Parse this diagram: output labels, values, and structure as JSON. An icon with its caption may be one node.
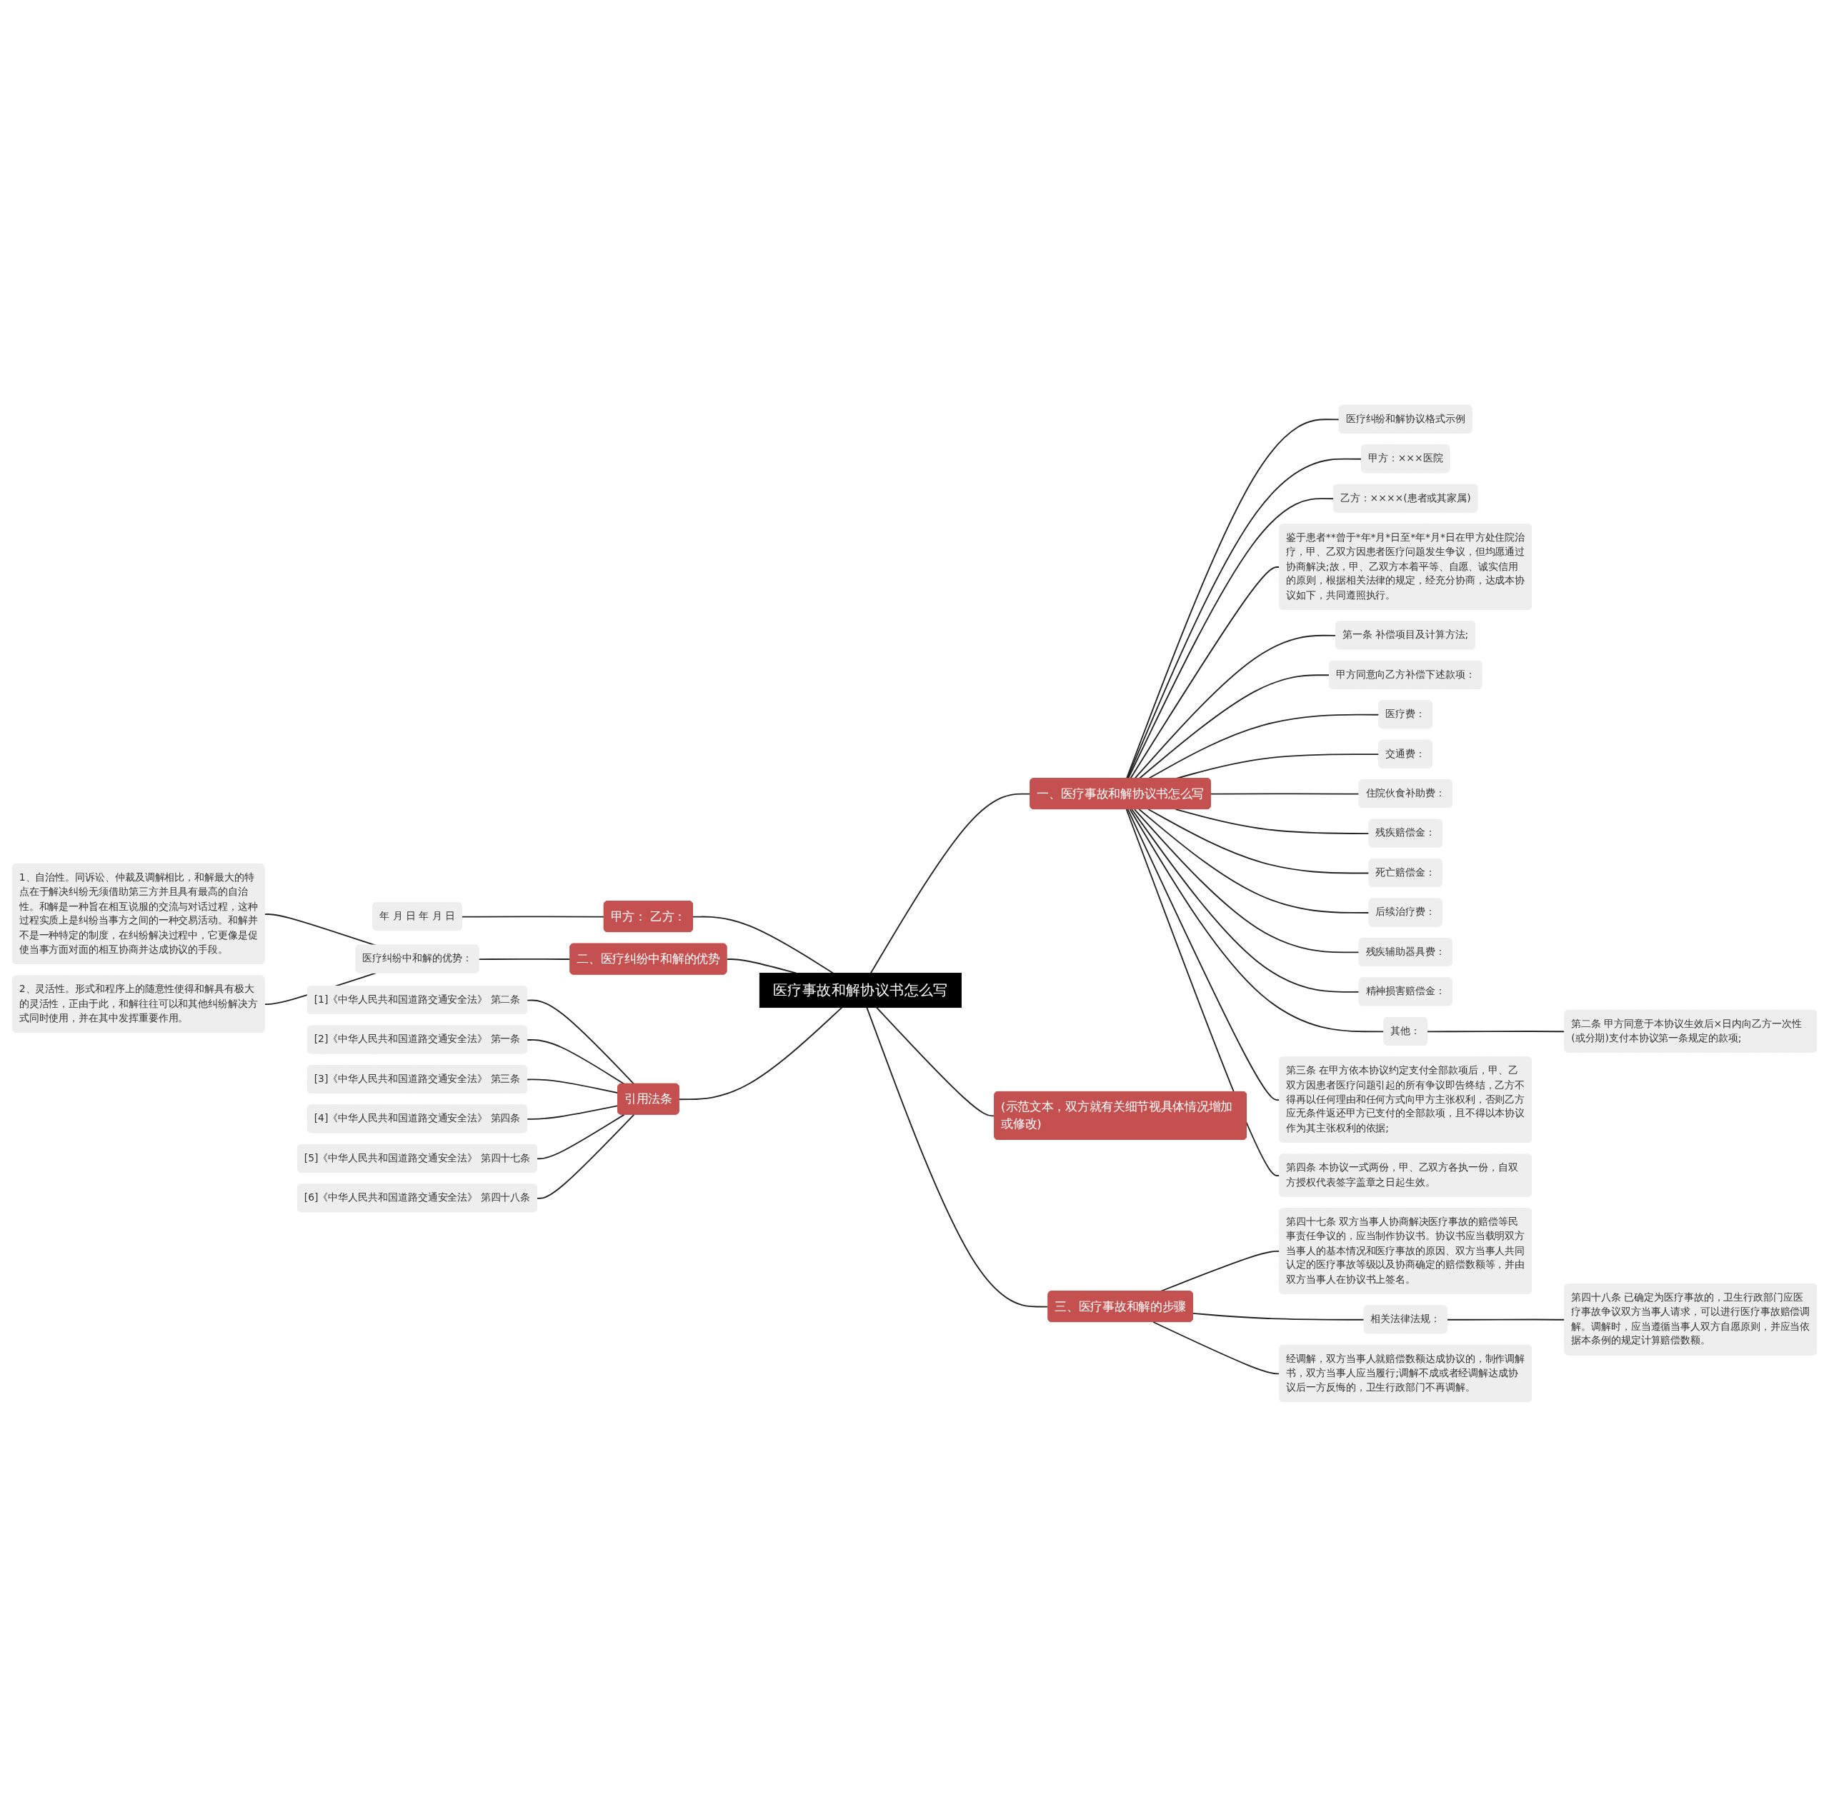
{
  "diagram": {
    "nodes": [
      {
        "text": [
          "医疗事故和解协议书怎么写"
        ]
      },
      {
        "text": [
          "一、医疗事故和解协议书怎么写"
        ]
      },
      {
        "text": [
          "医疗纠纷和解协议格式示例"
        ]
      },
      {
        "text": [
          "甲方：×××医院"
        ]
      },
      {
        "text": [
          "乙方：××××(患者或其家属)"
        ]
      },
      {
        "text": [
          "鉴于患者**曾于*年*月*日至*年*月*日在甲方处住院治疗，甲、乙双方因患者医疗问题发生争议，但均愿通过协商解决;故，甲、乙双方本着平等、自愿、诚实信用的原则，根据相关法律的规定，经充分协商，达成本协议如下，共同遵照执行。"
        ]
      },
      {
        "text": [
          "第一条 补偿项目及计算方法;"
        ]
      },
      {
        "text": [
          "甲方同意向乙方补偿下述款项："
        ]
      },
      {
        "text": [
          "医疗费："
        ]
      },
      {
        "text": [
          "交通费："
        ]
      },
      {
        "text": [
          "住院伙食补助费："
        ]
      },
      {
        "text": [
          "残疾赔偿金："
        ]
      },
      {
        "text": [
          "死亡赔偿金："
        ]
      },
      {
        "text": [
          "后续治疗费："
        ]
      },
      {
        "text": [
          "残疾辅助器具费："
        ]
      },
      {
        "text": [
          "精神损害赔偿金："
        ]
      },
      {
        "text": [
          "其他："
        ]
      },
      {
        "text": [
          "第二条 甲方同意于本协议生效后×日内向乙方一次性(或分期)支付本协议第一条规定的款项;"
        ]
      },
      {
        "text": [
          "第三条 在甲方依本协议约定支付全部款项后，甲、乙双方因患者医疗问题引起的所有争议即告终结，乙方不得再以任何理由和任何方式向甲方主张权利，否则乙方应无条件返还甲方已支付的全部款项，且不得以本协议作为其主张权利的依据;"
        ]
      },
      {
        "text": [
          "第四条 本协议一式两份，甲、乙双方各执一份，自双方授权代表签字盖章之日起生效。"
        ]
      },
      {
        "text": [
          "(示范文本，双方就有关细节视具体情况增加或修改)"
        ]
      },
      {
        "text": [
          "三、医疗事故和解的步骤"
        ]
      },
      {
        "text": [
          "第四十七条 双方当事人协商解决医疗事故的赔偿等民事责任争议的，应当制作协议书。协议书应当载明双方当事人的基本情况和医疗事故的原因、双方当事人共同认定的医疗事故等级以及协商确定的赔偿数额等，并由双方当事人在协议书上签名。"
        ]
      },
      {
        "text": [
          "相关法律法规："
        ]
      },
      {
        "text": [
          "第四十八条 已确定为医疗事故的，卫生行政部门应医疗事故争议双方当事人请求，可以进行医疗事故赔偿调解。调解时，应当遵循当事人双方自愿原则，并应当依据本条例的规定计算赔偿数额。"
        ]
      },
      {
        "text": [
          "经调解，双方当事人就赔偿数额达成协议的，制作调解书，双方当事人应当履行;调解不成或者经调解达成协议后一方反悔的，卫生行政部门不再调解。"
        ]
      },
      {
        "text": [
          "甲方： 乙方："
        ]
      },
      {
        "text": [
          "年 月 日 年 月 日"
        ]
      },
      {
        "text": [
          "二、医疗纠纷中和解的优势"
        ]
      },
      {
        "text": [
          "医疗纠纷中和解的优势："
        ]
      },
      {
        "text": [
          "1、自治性。同诉讼、仲裁及调解相比，和解最大的特点在于解决纠纷无须借助第三方并且具有最高的自治性。和解是一种旨在相互说服的交流与对话过程，这种过程实质上是纠纷当事方之间的一种交易活动。和解并不是一种特定的制度，在纠纷解决过程中，它更像是促使当事方面对面的相互协商并达成协议的手段。"
        ]
      },
      {
        "text": [
          "2、灵活性。形式和程序上的随意性使得和解具有极大的灵活性，正由于此，和解往往可以和其他纠纷解决方式同时使用，并在其中发挥重要作用。"
        ]
      },
      {
        "text": [
          "引用法条"
        ]
      },
      {
        "text": [
          "[1]《中华人民共和国道路交通安全法》 第二条"
        ]
      },
      {
        "text": [
          "[2]《中华人民共和国道路交通安全法》 第一条"
        ]
      },
      {
        "text": [
          "[3]《中华人民共和国道路交通安全法》 第三条"
        ]
      },
      {
        "text": [
          "[4]《中华人民共和国道路交通安全法》 第四条"
        ]
      },
      {
        "text": [
          "[5]《中华人民共和国道路交通安全法》 第四十七条"
        ]
      },
      {
        "text": [
          "[6]《中华人民共和国道路交通安全法》 第四十八条"
        ]
      }
    ],
    "edges": [
      {
        "from": 0,
        "to": 1,
        "arrow": "none"
      },
      {
        "from": 1,
        "to": 2,
        "arrow": "none"
      },
      {
        "from": 1,
        "to": 3,
        "arrow": "none"
      },
      {
        "from": 1,
        "to": 4,
        "arrow": "none"
      },
      {
        "from": 1,
        "to": 5,
        "arrow": "none"
      },
      {
        "from": 1,
        "to": 6,
        "arrow": "none"
      },
      {
        "from": 1,
        "to": 7,
        "arrow": "none"
      },
      {
        "from": 1,
        "to": 8,
        "arrow": "none"
      },
      {
        "from": 1,
        "to": 9,
        "arrow": "none"
      },
      {
        "from": 1,
        "to": 10,
        "arrow": "none"
      },
      {
        "from": 1,
        "to": 11,
        "arrow": "none"
      },
      {
        "from": 1,
        "to": 12,
        "arrow": "none"
      },
      {
        "from": 1,
        "to": 13,
        "arrow": "none"
      },
      {
        "from": 1,
        "to": 14,
        "arrow": "none"
      },
      {
        "from": 1,
        "to": 15,
        "arrow": "none"
      },
      {
        "from": 1,
        "to": 16,
        "arrow": "none"
      },
      {
        "from": 16,
        "to": 17,
        "arrow": "none"
      },
      {
        "from": 1,
        "to": 18,
        "arrow": "none"
      },
      {
        "from": 1,
        "to": 19,
        "arrow": "none"
      },
      {
        "from": 0,
        "to": 20,
        "arrow": "none"
      },
      {
        "from": 0,
        "to": 21,
        "arrow": "none"
      },
      {
        "from": 21,
        "to": 22,
        "arrow": "none"
      },
      {
        "from": 21,
        "to": 23,
        "arrow": "none"
      },
      {
        "from": 23,
        "to": 24,
        "arrow": "none"
      },
      {
        "from": 21,
        "to": 25,
        "arrow": "none"
      },
      {
        "from": 26,
        "to": 0,
        "arrow": "none"
      },
      {
        "from": 27,
        "to": 26,
        "arrow": "none"
      },
      {
        "from": 28,
        "to": 0,
        "arrow": "none"
      },
      {
        "from": 29,
        "to": 28,
        "arrow": "none"
      },
      {
        "from": 30,
        "to": 29,
        "arrow": "none"
      },
      {
        "from": 31,
        "to": 29,
        "arrow": "none"
      },
      {
        "from": 32,
        "to": 0,
        "arrow": "none"
      },
      {
        "from": 33,
        "to": 32,
        "arrow": "none"
      },
      {
        "from": 34,
        "to": 32,
        "arrow": "none"
      },
      {
        "from": 35,
        "to": 32,
        "arrow": "none"
      },
      {
        "from": 36,
        "to": 32,
        "arrow": "none"
      },
      {
        "from": 37,
        "to": 32,
        "arrow": "none"
      },
      {
        "from": 38,
        "to": 32,
        "arrow": "none"
      }
    ]
  }
}
